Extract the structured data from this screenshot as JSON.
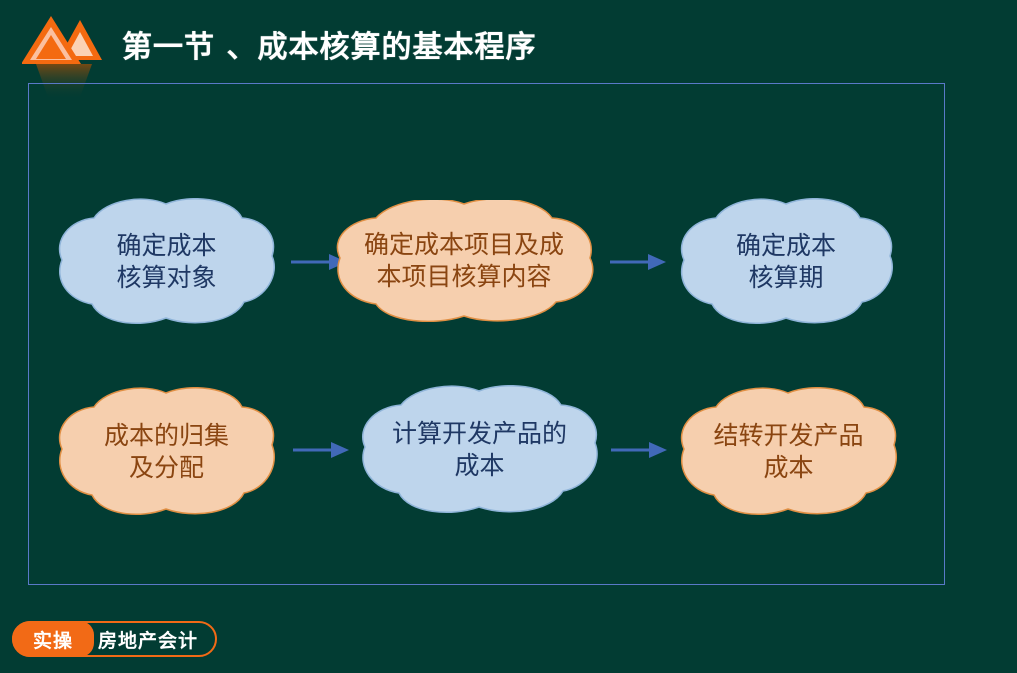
{
  "header": {
    "title": "第一节 、成本核算的基本程序",
    "logo_name": "mountain-triangles-logo"
  },
  "colors": {
    "background": "#023c33",
    "frame_border": "#5a79c8",
    "cloud_blue_fill": "#bed5ec",
    "cloud_blue_border": "#8fb4d9",
    "cloud_blue_text": "#1f3864",
    "cloud_peach_fill": "#f6cfae",
    "cloud_peach_border": "#e08f43",
    "cloud_peach_text": "#8a4511",
    "arrow": "#4169b8",
    "accent_orange": "#f26a16",
    "title_text": "#ffffff"
  },
  "diagram": {
    "nodes": [
      {
        "id": "node-1",
        "label": "确定成本\n核算对象",
        "style": "blue"
      },
      {
        "id": "node-2",
        "label": "确定成本项目及成\n本项目核算内容",
        "style": "peach"
      },
      {
        "id": "node-3",
        "label": "确定成本\n核算期",
        "style": "blue"
      },
      {
        "id": "node-4",
        "label": "成本的归集\n及分配",
        "style": "peach"
      },
      {
        "id": "node-5",
        "label": "计算开发产品的\n成本",
        "style": "blue"
      },
      {
        "id": "node-6",
        "label": "结转开发产品\n成本",
        "style": "peach"
      }
    ],
    "arrows": [
      {
        "id": "arrow-1",
        "from": "node-1",
        "to": "node-2"
      },
      {
        "id": "arrow-2",
        "from": "node-2",
        "to": "node-3"
      },
      {
        "id": "arrow-3",
        "from": "node-4",
        "to": "node-5"
      },
      {
        "id": "arrow-4",
        "from": "node-5",
        "to": "node-6"
      }
    ]
  },
  "badge": {
    "pill_label": "实操",
    "main_label": "房地产会计"
  }
}
